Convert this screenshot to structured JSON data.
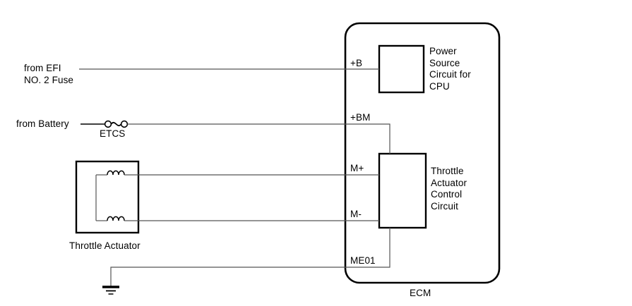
{
  "diagram": {
    "type": "automotive-wiring-schematic",
    "title_below_ecm": "ECM",
    "line_color": "#000000",
    "wire_color": "#555555",
    "background": "#ffffff"
  },
  "sources": {
    "efi_fuse_label": "from EFI\nNO. 2 Fuse",
    "efi_fuse_line1": "from EFI",
    "efi_fuse_line2": "NO. 2 Fuse",
    "battery_label": "from Battery",
    "etcs_fuse_label": "ETCS"
  },
  "components": {
    "throttle_actuator_label": "Throttle Actuator",
    "ecm_label": "ECM",
    "power_source_circuit_label": "Power\nSource\nCircuit for\nCPU",
    "power_source_lines": [
      "Power",
      "Source",
      "Circuit for",
      "CPU"
    ],
    "throttle_actuator_control_label": "Throttle\nActuator\nControl\nCircuit",
    "throttle_control_lines": [
      "Throttle",
      "Actuator",
      "Control",
      "Circuit"
    ]
  },
  "terminals": [
    {
      "name": "+B",
      "label": "+B"
    },
    {
      "name": "+BM",
      "label": "+BM"
    },
    {
      "name": "M+",
      "label": "M+"
    },
    {
      "name": "M-",
      "label": "M-"
    },
    {
      "name": "ME01",
      "label": "ME01"
    }
  ],
  "terminal_labels": {
    "b": "+B",
    "bm": "+BM",
    "mplus": "M+",
    "mminus": "M-",
    "me01": "ME01"
  }
}
